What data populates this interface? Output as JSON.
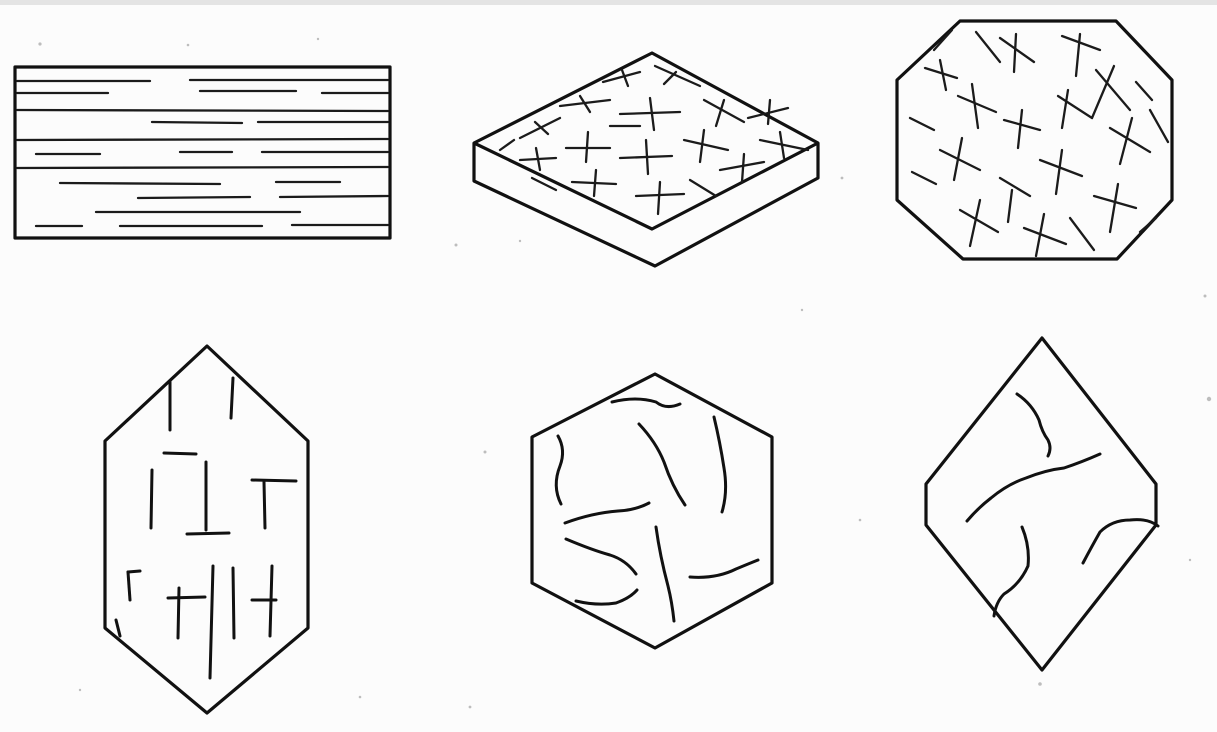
{
  "figure": {
    "background": "#fcfcfc",
    "ink": "#111111",
    "shapes": [
      {
        "name": "rectangle-lamellar",
        "pattern": "horizontal-parallel-lines"
      },
      {
        "name": "rhombic-plate-cross-hatched",
        "pattern": "perpendicular-crosses"
      },
      {
        "name": "octagon-cross-hatched",
        "pattern": "diagonal-crosses"
      },
      {
        "name": "elongated-hexagon-prismatic",
        "pattern": "vertical-and-horizontal-strokes"
      },
      {
        "name": "hexagon-curved-fractures",
        "pattern": "curved-strokes"
      },
      {
        "name": "rhombus-irregular-fractures",
        "pattern": "sinuous-strokes"
      }
    ]
  }
}
